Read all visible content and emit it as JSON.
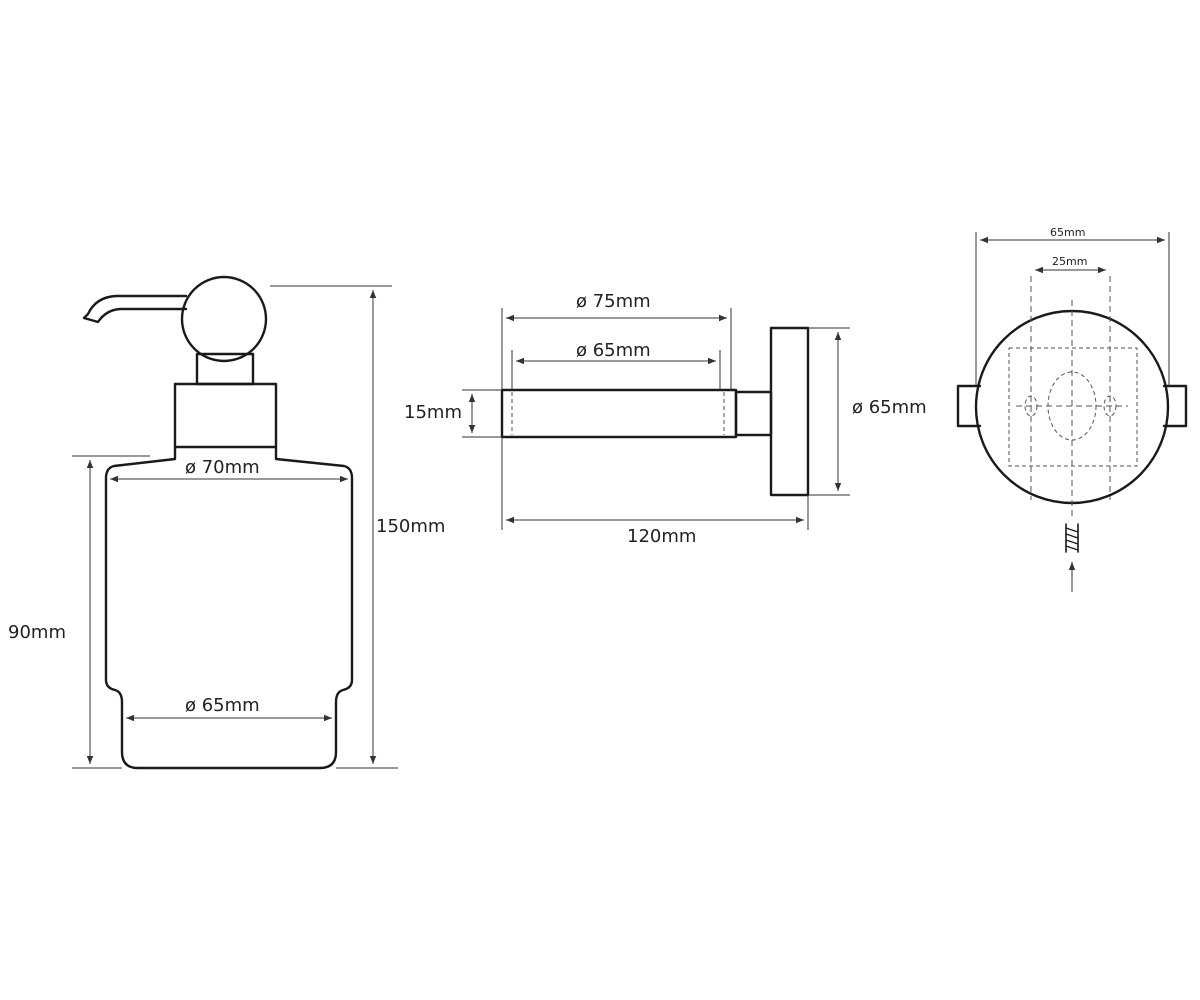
{
  "dispenser": {
    "height_label": "150mm",
    "body_height_label": "90mm",
    "top_width_label": "ø 70mm",
    "bottom_width_label": "ø 65mm"
  },
  "holder": {
    "outer_ring_label": "ø 75mm",
    "inner_ring_label": "ø 65mm",
    "thickness_label": "15mm",
    "depth_label": "120mm",
    "flange_label": "ø 65mm"
  },
  "mount": {
    "width_label": "65mm",
    "hole_spacing_label": "25mm"
  }
}
